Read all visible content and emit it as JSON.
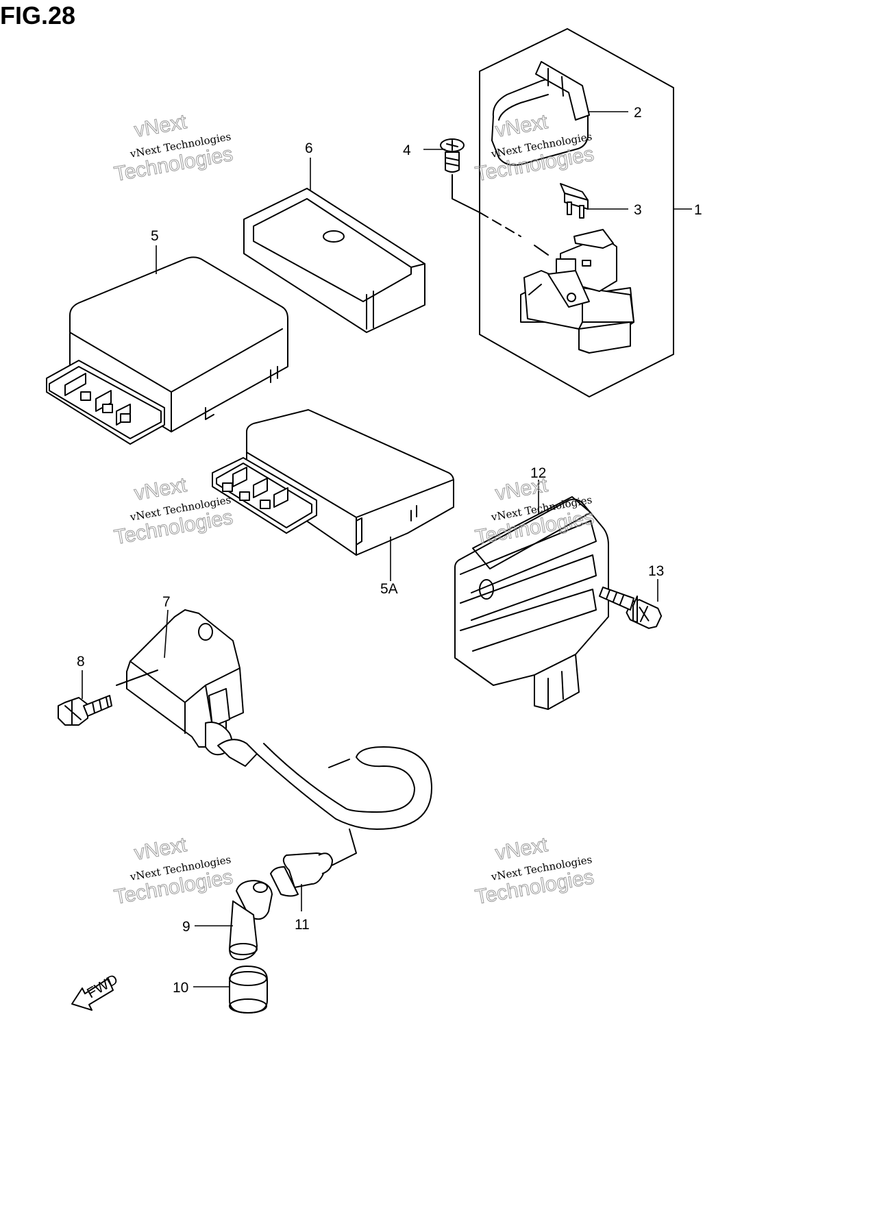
{
  "figure": {
    "title": "FIG.28"
  },
  "watermark": {
    "line1": "vNext",
    "line2": "vNext Technologies",
    "line3": "Technologies"
  },
  "fwd_label": "FWD",
  "callouts": [
    {
      "id": "c1",
      "label": "1"
    },
    {
      "id": "c2",
      "label": "2"
    },
    {
      "id": "c3",
      "label": "3"
    },
    {
      "id": "c4",
      "label": "4"
    },
    {
      "id": "c5",
      "label": "5"
    },
    {
      "id": "c5a",
      "label": "5A"
    },
    {
      "id": "c6",
      "label": "6"
    },
    {
      "id": "c7",
      "label": "7"
    },
    {
      "id": "c8",
      "label": "8"
    },
    {
      "id": "c9",
      "label": "9"
    },
    {
      "id": "c10",
      "label": "10"
    },
    {
      "id": "c11",
      "label": "11"
    },
    {
      "id": "c12",
      "label": "12"
    },
    {
      "id": "c13",
      "label": "13"
    }
  ],
  "colors": {
    "line": "#000000",
    "background": "#ffffff",
    "watermark_outline": "#9a9a9a"
  }
}
